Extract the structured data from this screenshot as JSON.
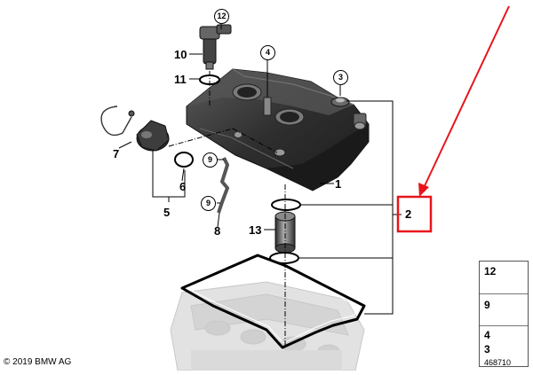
{
  "diagram": {
    "part_labels": {
      "p1": "1",
      "p2": "2",
      "p5": "5",
      "p6": "6",
      "p7": "7",
      "p8": "8",
      "p10": "10",
      "p11": "11",
      "p13": "13"
    },
    "circled_labels": {
      "c12": "12",
      "c4": "4",
      "c3": "3",
      "c9a": "9",
      "c9b": "9"
    },
    "legend": {
      "row1": "12",
      "row2": "9",
      "row3a": "4",
      "row3b": "3"
    },
    "copyright": "© 2019 BMW AG",
    "diagram_number": "468710",
    "colors": {
      "highlight": "#e8141b",
      "line": "#000000",
      "part_fill": "#3a3a3a",
      "ghost": "#d9d9d9"
    }
  }
}
